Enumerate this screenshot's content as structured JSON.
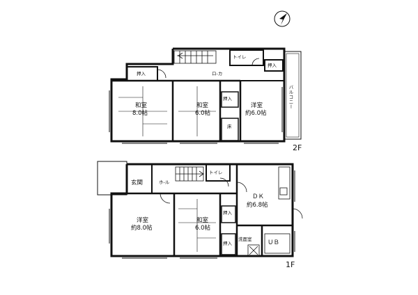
{
  "floor2": {
    "label": "2F",
    "rooms": {
      "washitsu_a": {
        "name": "和室",
        "size": "8.0帖"
      },
      "washitsu_b": {
        "name": "和室",
        "size": "6.0帖"
      },
      "yoshitsu": {
        "name": "洋室",
        "size": "約6.0帖"
      },
      "toilet": "トイレ",
      "oshiire_1": "押入",
      "oshiire_2": "押入",
      "oshiire_3": "押入",
      "toko": "床",
      "corridor": "ロ-カ",
      "balcony": "バルコニー"
    }
  },
  "floor1": {
    "label": "1F",
    "rooms": {
      "genkan": "玄関",
      "hall": "ホ-ル",
      "toilet": "トイレ",
      "dk": {
        "name": "ＤＫ",
        "size": "約6.8帖"
      },
      "yoshitsu": {
        "name": "洋室",
        "size": "約8.0帖"
      },
      "washitsu": {
        "name": "和室",
        "size": "6.0帖"
      },
      "oshiire_1": "押入",
      "oshiire_2": "押入",
      "senmen": "洗面室",
      "ub": "ＵＢ"
    }
  },
  "compass": {
    "icon": "north-arrow-icon"
  }
}
